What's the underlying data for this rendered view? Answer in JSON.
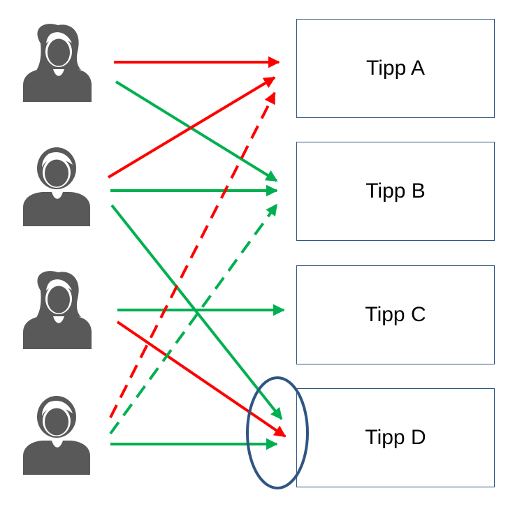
{
  "tips": [
    {
      "label": "Tipp A"
    },
    {
      "label": "Tipp B"
    },
    {
      "label": "Tipp C"
    },
    {
      "label": "Tipp D"
    }
  ],
  "people": [
    {
      "kind": "woman-icon"
    },
    {
      "kind": "man-icon"
    },
    {
      "kind": "woman-icon"
    },
    {
      "kind": "man-icon"
    }
  ],
  "colors": {
    "red": "#ff0000",
    "green": "#00b050",
    "person": "#595959",
    "box_border": "#2f5582",
    "highlight": "#2f5582"
  }
}
